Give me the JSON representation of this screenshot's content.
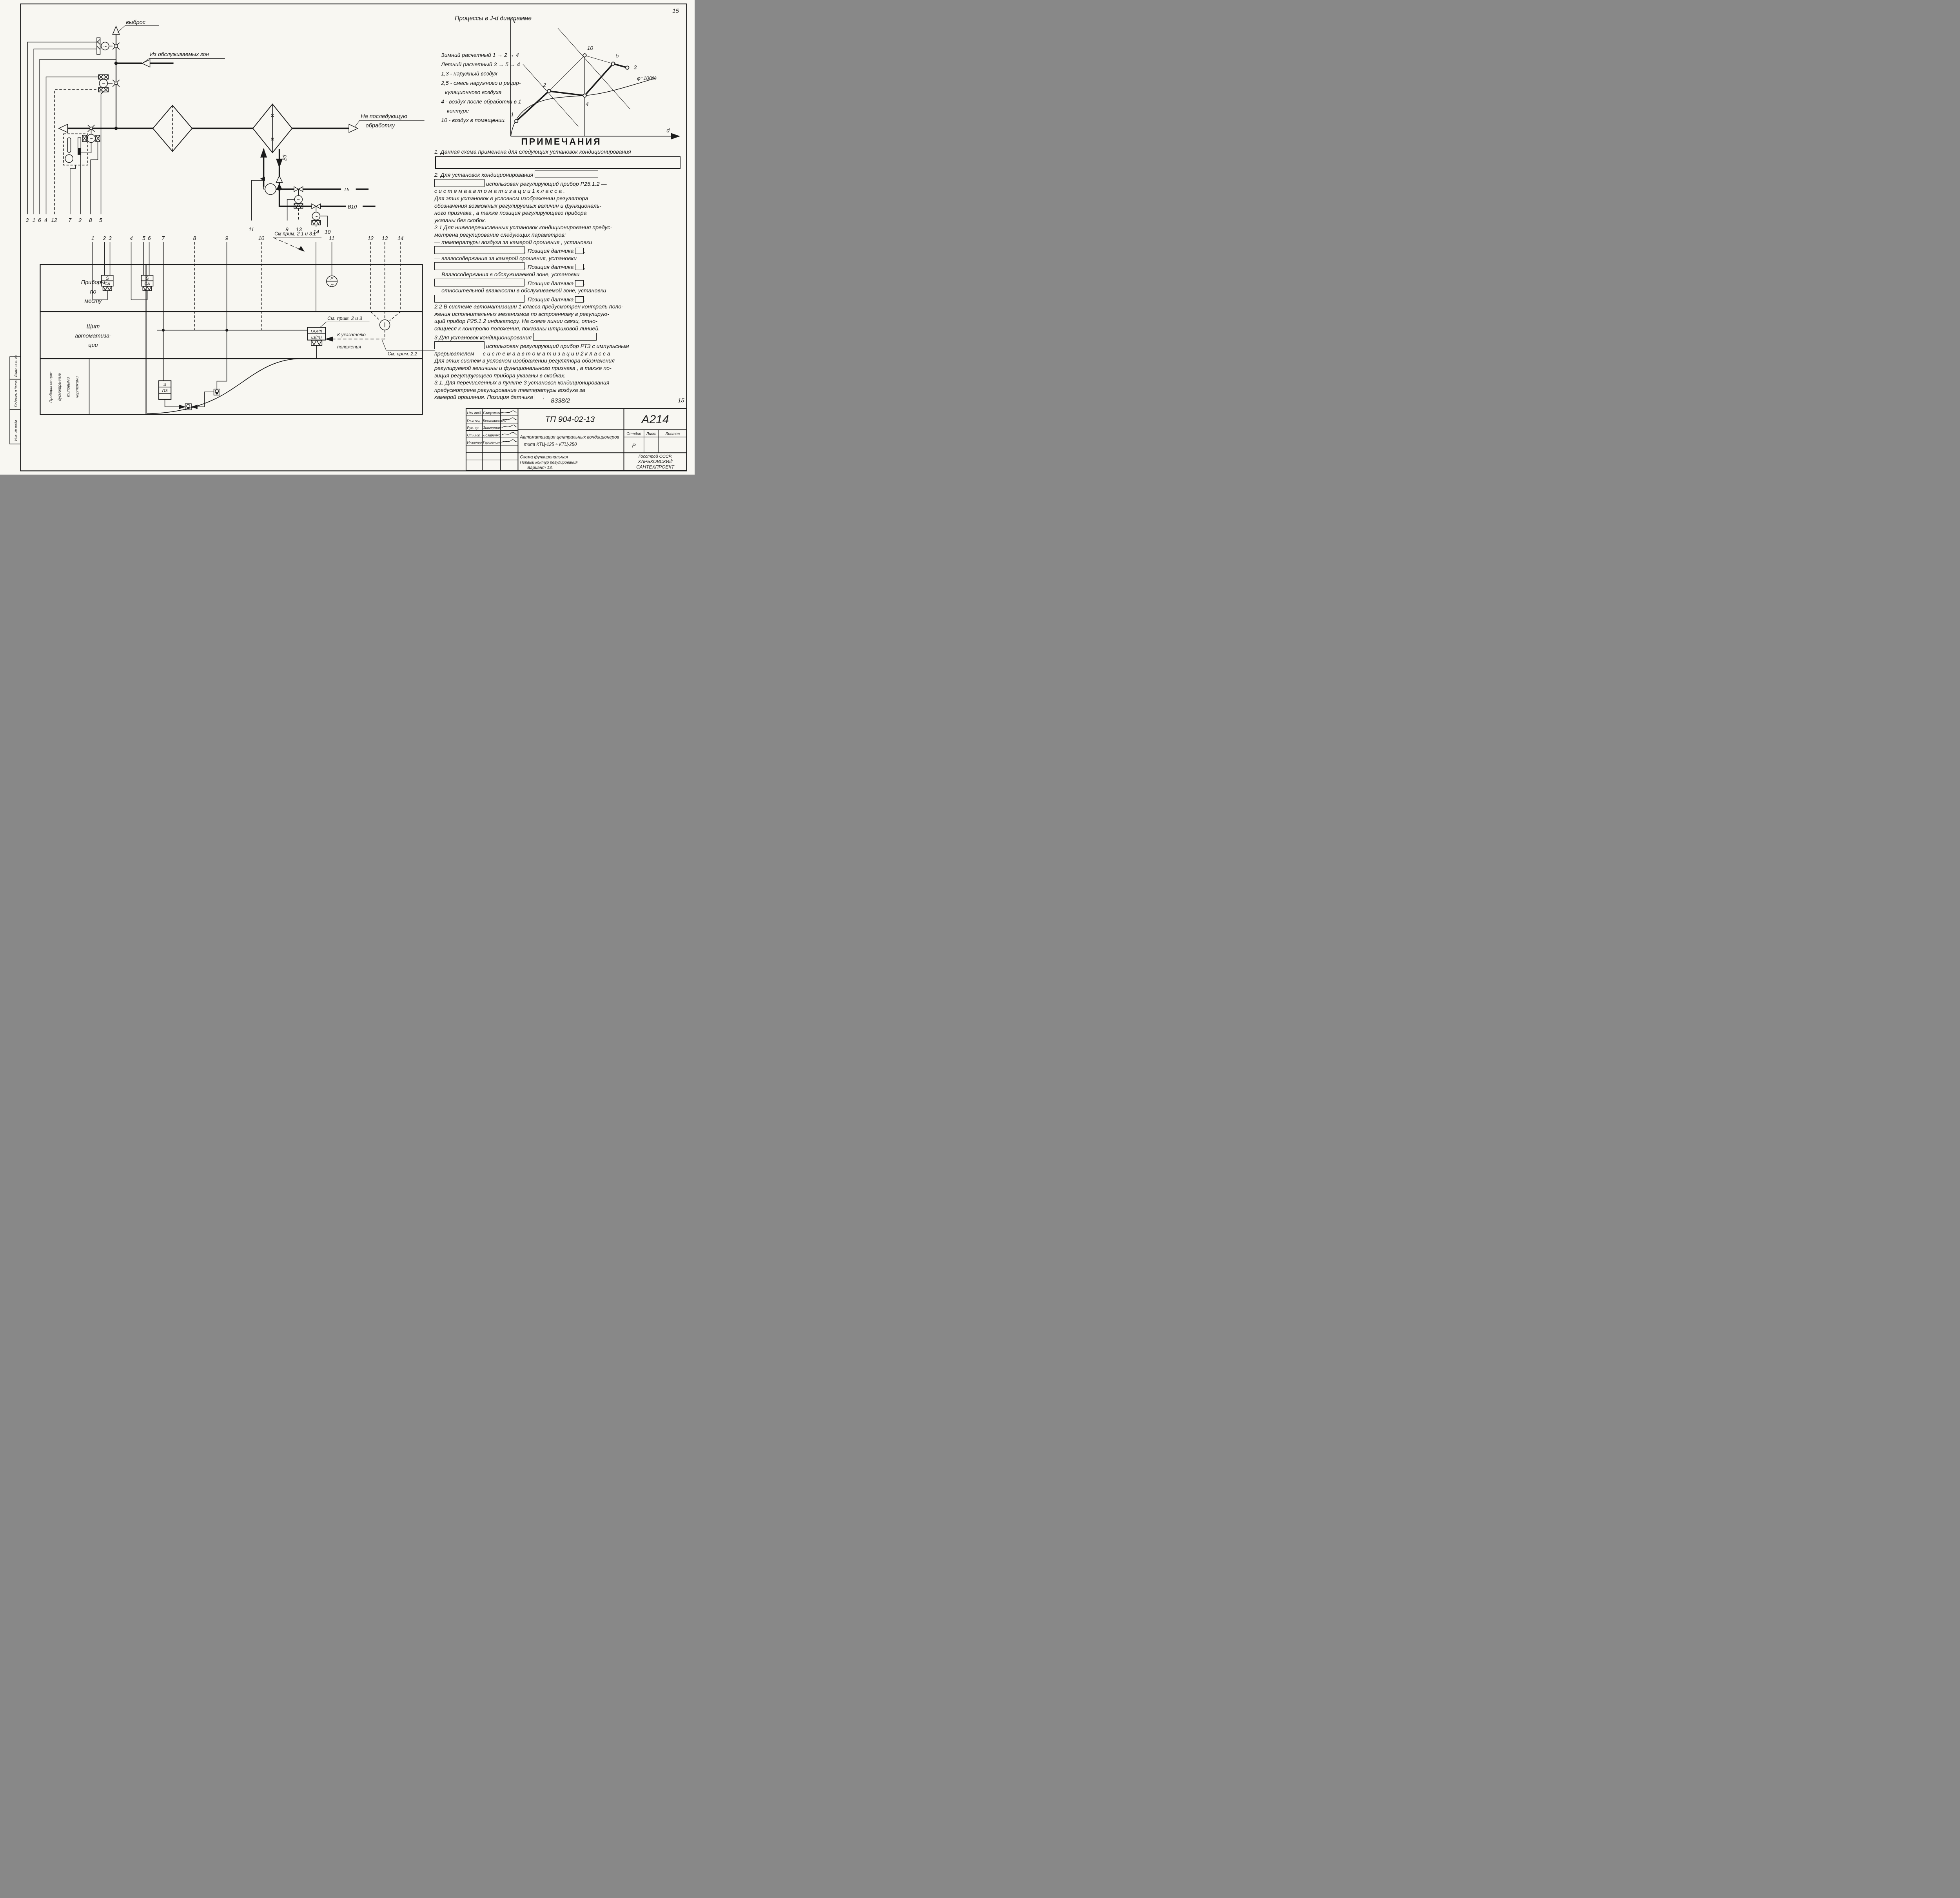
{
  "sheet": {
    "corner_sheet_no": "15",
    "doc_no": "8338/2",
    "sheet_no": "15"
  },
  "stamp_side": {
    "cells": [
      "Взам. инв. №",
      "Подпись и дата",
      "Инв. № подл."
    ]
  },
  "process_legend": {
    "title": "Процессы в J-d диаграмме",
    "lines": [
      "Зимний расчетный  1 → 2 → 4",
      "Летний расчетный 3 → 5 → 4",
      "1,3 -  наружный  воздух",
      "2,5 -  смесь наружного  и рецир-",
      "куляционного  воздуха",
      "4 - воздух  после обработки  в 1",
      "контуре",
      "10 - воздух  в  помещении."
    ]
  },
  "chart_data": {
    "type": "scatter",
    "title": "Процессы в J-d диаграмме",
    "xlabel": "d",
    "ylabel": "t",
    "annotation": "φ=100%",
    "grid": false,
    "points": [
      {
        "label": "1",
        "x": 0.03,
        "y": 0.13
      },
      {
        "label": "2",
        "x": 0.23,
        "y": 0.38
      },
      {
        "label": "4",
        "x": 0.45,
        "y": 0.35
      },
      {
        "label": "10",
        "x": 0.45,
        "y": 0.69
      },
      {
        "label": "5",
        "x": 0.63,
        "y": 0.62
      },
      {
        "label": "3",
        "x": 0.71,
        "y": 0.58
      }
    ],
    "thick_process_lines": [
      [
        "1",
        "2"
      ],
      [
        "2",
        "4"
      ],
      [
        "4",
        "5"
      ],
      [
        "5",
        "3"
      ]
    ],
    "thin_lines": [
      [
        "2",
        "10"
      ],
      [
        "10",
        "5"
      ]
    ],
    "extra_lines": [
      "saturation curve φ=100%",
      "constant-d vertical through 4 and 10",
      "two parallel enthalpy diagonals"
    ]
  },
  "notes": {
    "title": "ПРИМЕЧАНИЯ",
    "rows": [
      "1.  Данная схема применена для следующих установок кондиционирования",
      "[XL]",
      "2. Для установок кондиционирования [W]",
      "[W2] использован регулирующий прибор Р25.1.2 —",
      "с и с т е м а    а в т о м а т и з а ц и и    1   к л а с с а .",
      "Для этих установок в условном изображении регулятора",
      "обозначения возможных регулируемых величин и функциональ-",
      "ного признака , а также позиция регулирующего прибора",
      "указаны   без   скобок.",
      "2.1 Для  нижеперечисленных  установок кондиционирования предус-",
      "мотрена   регулирование следующих  параметров:",
      "—  температуры  воздуха  за  камерой  орошения ,  установки",
      "[W3]. Позиция датчика [S].",
      "— влагосодержания  за  камерой  орошения,  установки",
      "[W3]. Позиция  датчика [S],",
      "— Влагосодержания в обслуживаемой  зоне,  установки",
      "[W3]. Позиция  датчика [S].",
      "— относительной  влажности в обслуживаемой  зоне,  установки",
      "[W3]. Позиция  датчика [S].",
      "2.2  В системе  автоматизации  1 класса  предусмотрен  контроль поло-",
      "жения  исполнительных  механизмов  по встроенному  в  регулирую-",
      "щий  прибор  Р25.1.2  индикатору.   На схеме  линии  связи,  отно-",
      "сящиеся  к  контролю  положения,   показаны  штриховой  линией.",
      "3  Для   установок  кондиционирования [W]",
      "[W2] использован регулирующий прибор РТЗ с импульсным",
      "прерывателем — с и с т е м а   а в т о м а т и з а ц и и    2  к л а с с а",
      "Для  этих  систем  в условном  изображении  регулятора  обозначения",
      "регулируемой  величины  и функционального  признака ,  а также  по-",
      "зиция  регулирующего  прибора   указаны   в  скобках.",
      "3.1.  Для   перечисленных   в  пункте  3 установок  кондиционирования",
      "предусмотрена  регулирование  температуры  воздуха  за",
      "камерой   орошения.  Позиция  датчика [S]."
    ]
  },
  "schematic": {
    "labels": {
      "vybros": "выброс",
      "iz_zon": "Из обслуживаемых зон",
      "na_obr1": "На последующую",
      "na_obr2": "обработку",
      "v3": "В3",
      "t5": "Т5",
      "v10": "В10",
      "sm_prim_2131": "См прим. 2.1 и 3.1",
      "sm_prim_23": "См. прим. 2 и 3",
      "k_ukaz1": "К указателю",
      "k_ukaz2": "положения",
      "sm_prim_22": "См. прим. 2.2"
    },
    "left_numbers": [
      "3",
      "1",
      "6",
      "4",
      "12",
      "7",
      "2",
      "8",
      "5"
    ],
    "valve_numbers": [
      "11",
      "9",
      "13",
      "14",
      "10"
    ],
    "column_numbers": [
      "1",
      "2",
      "3",
      "4",
      "5",
      "6",
      "7",
      "8",
      "9",
      "10",
      "11",
      "12",
      "13",
      "14"
    ],
    "devices": {
      "s": "S",
      "sa": "СА",
      "rp_top": "Р",
      "rp_bot": "П",
      "reg_top": "t,d,φ(t)",
      "reg_bot": "из(пз)",
      "e": "Э",
      "pz": "ПЗ"
    }
  },
  "table": {
    "row1": [
      "Приборы",
      "по",
      "месту"
    ],
    "row2": [
      "Щит",
      "автоматиза-",
      "ции"
    ],
    "row3_rotated": [
      "Приборы не пре-",
      "дусмотренные",
      "типовыми",
      "чертежами"
    ]
  },
  "chart_axis": {
    "t": "t",
    "d": "d",
    "phi": "φ=100%",
    "p1": "1",
    "p2": "2",
    "p3": "3",
    "p4": "4",
    "p5": "5",
    "p10": "10"
  },
  "title_block": {
    "tp": "ТП   904-02-13",
    "code": "А214",
    "title1": "Автоматизация центральных кондиционеров",
    "title2": "типа   КТЦ-125 ÷ КТЦ-250",
    "stage_headers": [
      "Стадия",
      "Лист",
      "Листов"
    ],
    "stage_value": "Р",
    "scheme1": "Схема функциональная",
    "scheme2": "Первый контур регулирования",
    "scheme3": "Вариант 13.",
    "org1": "Госстрой СССР,",
    "org2": "ХАРЬКОВСКИЙ",
    "org3": "САНТЕХПРОЕКТ",
    "staff": [
      {
        "role": "Нач.отд",
        "name": "Евтушенко"
      },
      {
        "role": "Гл.спец.",
        "name": "Красташевски"
      },
      {
        "role": "Рук. гр.",
        "name": "Зингерман"
      },
      {
        "role": "Ст.инж",
        "name": "Лозаренко"
      },
      {
        "role": "Инженер",
        "name": "Гаршенино"
      }
    ]
  }
}
